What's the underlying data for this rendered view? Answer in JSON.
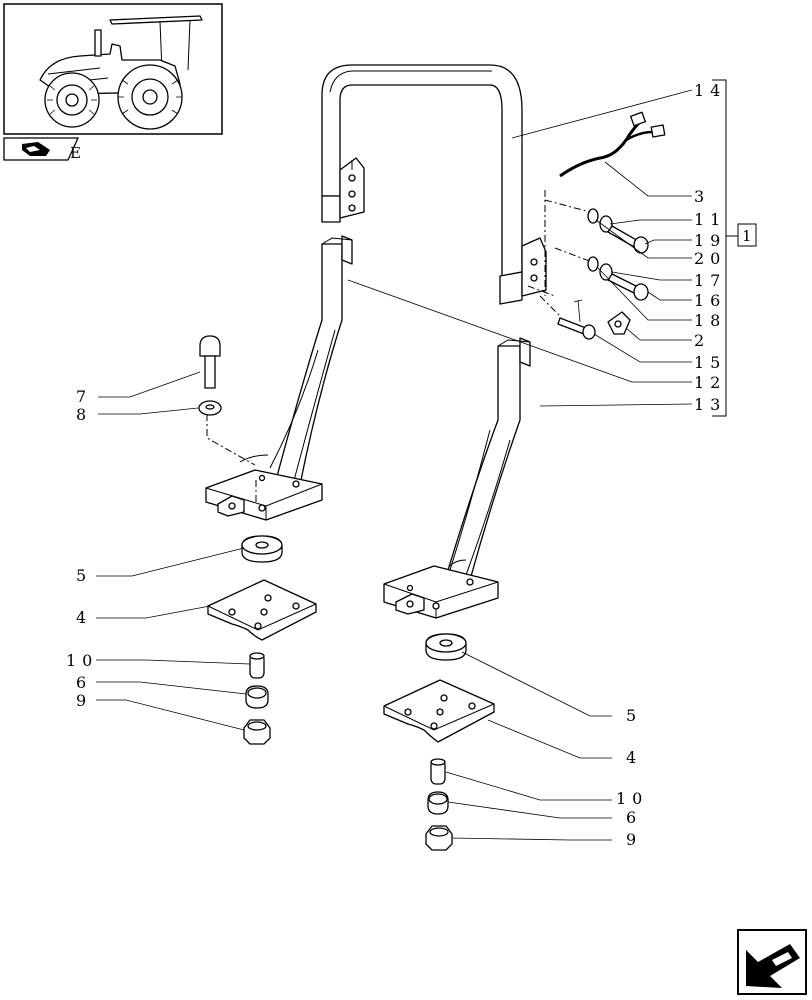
{
  "nav": {
    "icon_letter": "E"
  },
  "group_ref": "1",
  "callouts": {
    "c14": "14",
    "c3": "3",
    "c11": "11",
    "c19": "19",
    "c20": "20",
    "c17": "17",
    "c16": "16",
    "c18": "18",
    "c2": "2",
    "c15": "15",
    "c12": "12",
    "c13": "13",
    "c7": "7",
    "c8": "8",
    "c5a": "5",
    "c4a": "4",
    "c10a": "10",
    "c6a": "6",
    "c9a": "9",
    "c5b": "5",
    "c4b": "4",
    "c10b": "10",
    "c6b": "6",
    "c9b": "9"
  }
}
